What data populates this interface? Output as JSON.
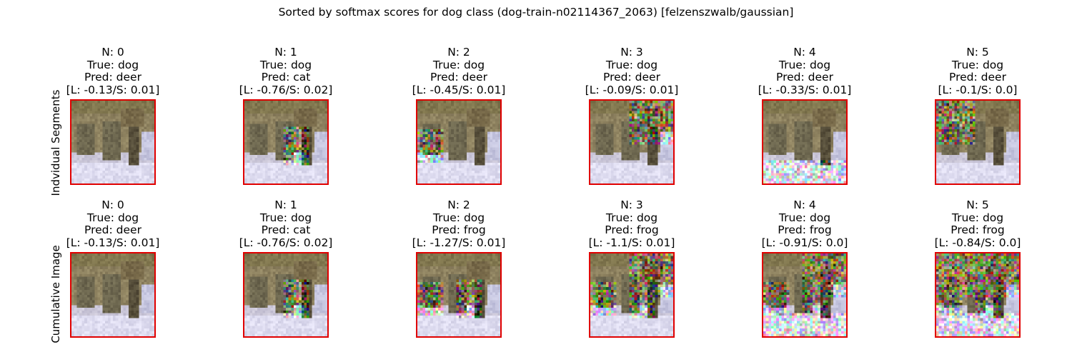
{
  "title": "Sorted by softmax scores for dog class (dog-train-n02114367_2063) [felzenszwalb/gaussian]",
  "rows": [
    {
      "label": "Indvidual Segments",
      "panels": [
        {
          "n": "N: 0",
          "true_label": "True: dog",
          "pred": "Pred: deer",
          "scores": "[L: -0.13/S: 0.01]",
          "noise_regions": []
        },
        {
          "n": "N: 1",
          "true_label": "True: dog",
          "pred": "Pred: cat",
          "scores": "[L: -0.76/S: 0.02]",
          "noise_regions": [
            "mid-right"
          ]
        },
        {
          "n": "N: 2",
          "true_label": "True: dog",
          "pred": "Pred: deer",
          "scores": "[L: -0.45/S: 0.01]",
          "noise_regions": [
            "left"
          ]
        },
        {
          "n": "N: 3",
          "true_label": "True: dog",
          "pred": "Pred: deer",
          "scores": "[L: -0.09/S: 0.01]",
          "noise_regions": [
            "top-right"
          ]
        },
        {
          "n": "N: 4",
          "true_label": "True: dog",
          "pred": "Pred: deer",
          "scores": "[L: -0.33/S: 0.01]",
          "noise_regions": [
            "bottom"
          ]
        },
        {
          "n": "N: 5",
          "true_label": "True: dog",
          "pred": "Pred: deer",
          "scores": "[L: -0.1/S: 0.0]",
          "noise_regions": [
            "top-left"
          ]
        }
      ]
    },
    {
      "label": "Cumulative Image",
      "panels": [
        {
          "n": "N: 0",
          "true_label": "True: dog",
          "pred": "Pred: deer",
          "scores": "[L: -0.13/S: 0.01]",
          "noise_regions": []
        },
        {
          "n": "N: 1",
          "true_label": "True: dog",
          "pred": "Pred: cat",
          "scores": "[L: -0.76/S: 0.02]",
          "noise_regions": [
            "mid-right"
          ]
        },
        {
          "n": "N: 2",
          "true_label": "True: dog",
          "pred": "Pred: frog",
          "scores": "[L: -1.27/S: 0.01]",
          "noise_regions": [
            "mid-right",
            "left"
          ]
        },
        {
          "n": "N: 3",
          "true_label": "True: dog",
          "pred": "Pred: frog",
          "scores": "[L: -1.1/S: 0.01]",
          "noise_regions": [
            "mid-right",
            "left",
            "top-right"
          ]
        },
        {
          "n": "N: 4",
          "true_label": "True: dog",
          "pred": "Pred: frog",
          "scores": "[L: -0.91/S: 0.0]",
          "noise_regions": [
            "mid-right",
            "left",
            "top-right",
            "bottom"
          ]
        },
        {
          "n": "N: 5",
          "true_label": "True: dog",
          "pred": "Pred: frog",
          "scores": "[L: -0.84/S: 0.0]",
          "noise_regions": [
            "mid-right",
            "left",
            "top-right",
            "bottom",
            "top-left"
          ]
        }
      ]
    }
  ],
  "colors": {
    "frame": "#e00000",
    "text": "#000000"
  }
}
